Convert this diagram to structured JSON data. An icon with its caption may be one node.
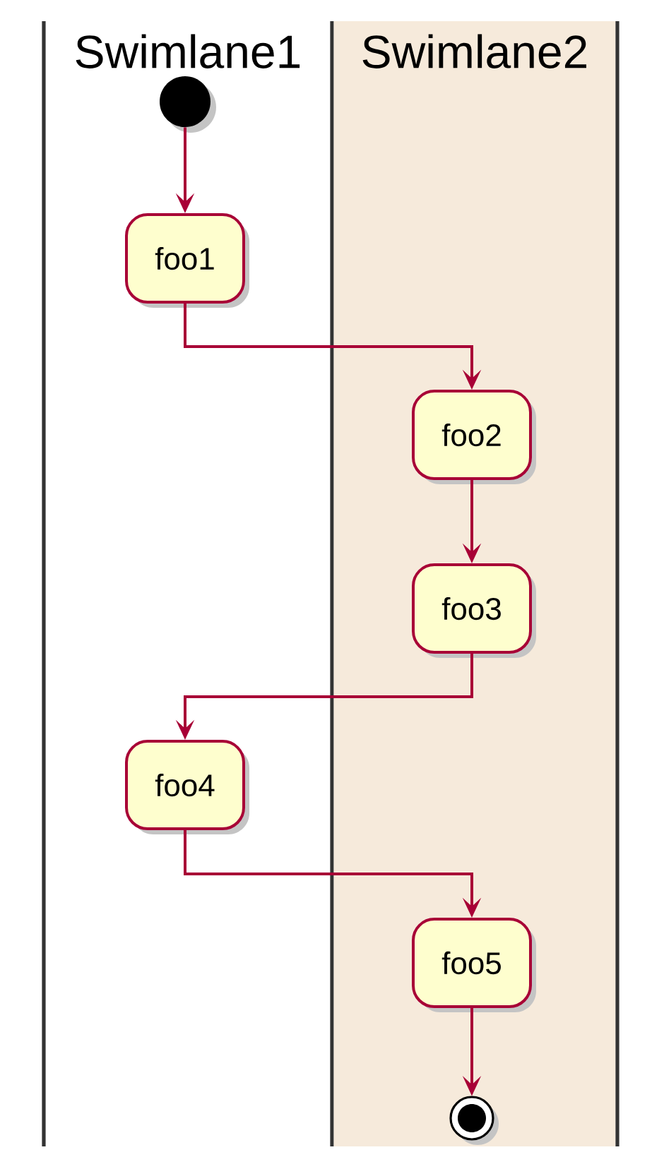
{
  "diagram": {
    "nodes": [
      {
        "text": [
          "Swimlane1"
        ]
      },
      {
        "text": [
          "Swimlane2"
        ]
      },
      {
        "text": [],
        "shape": "circle",
        "in": 0
      },
      {
        "text": [
          "foo1"
        ],
        "in": 0
      },
      {
        "text": [
          "foo2"
        ],
        "in": 1
      },
      {
        "text": [
          "foo3"
        ],
        "in": 1
      },
      {
        "text": [
          "foo4"
        ],
        "in": 0
      },
      {
        "text": [
          "foo5"
        ],
        "in": 1
      },
      {
        "text": [],
        "shape": "bullseye",
        "in": 1
      }
    ],
    "edges": [
      {
        "from": 2,
        "to": 3,
        "arrow": "to"
      },
      {
        "from": 3,
        "to": 4,
        "arrow": "to"
      },
      {
        "from": 4,
        "to": 5,
        "arrow": "to"
      },
      {
        "from": 5,
        "to": 6,
        "arrow": "to"
      },
      {
        "from": 6,
        "to": 7,
        "arrow": "to"
      },
      {
        "from": 7,
        "to": 8,
        "arrow": "to"
      }
    ]
  }
}
